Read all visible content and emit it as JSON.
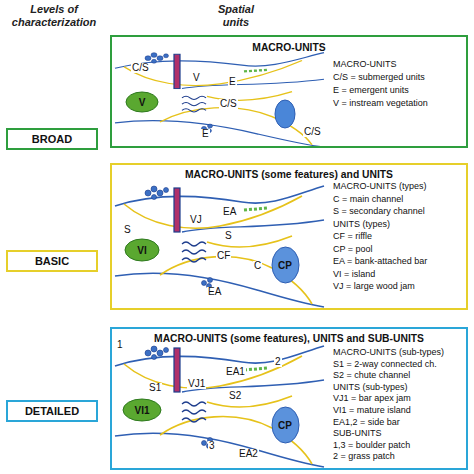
{
  "diagram": {
    "nodes": [
      {
        "text": [
          "BROAD"
        ]
      },
      {
        "text": [
          "MACRO-UNITS",
          "MACRO-UNITS",
          "C/S = submerged units",
          "E = emergent units",
          "V = instream vegetation"
        ]
      },
      {
        "text": [
          "V"
        ],
        "in": 1
      },
      {
        "text": [
          "BASIC"
        ]
      },
      {
        "text": [
          "MACRO-UNITS (some features) and UNITS",
          "MACRO-UNITS (types)",
          "C = main channel",
          "S = secondary channel",
          "UNITS (types)",
          "CF = riffle",
          "CP = pool",
          "EA = bank-attached bar",
          "VI = island",
          "VJ = large wood jam"
        ]
      },
      {
        "text": [
          "VI"
        ],
        "in": 4
      },
      {
        "text": [
          "CP"
        ],
        "in": 4
      },
      {
        "text": [
          "DETAILED"
        ]
      },
      {
        "text": [
          "MACRO-UNITS (some features), UNITS and SUB-UNITS",
          "MACRO-UNITS (sub-types)",
          "S1 = 2-way connected ch.",
          "S2 = chute channel",
          "UNITS (sub-types)",
          "VJ1 = bar apex jam",
          "VI1 = mature island",
          "EA1,2 = side bar",
          "SUB-UNITS",
          "1,3 = boulder patch",
          "2 = grass patch"
        ]
      },
      {
        "text": [
          "VI1"
        ],
        "in": 8
      },
      {
        "text": [
          "CP"
        ],
        "in": 8
      }
    ],
    "labels": [
      "Levels of characterization",
      "Spatial units",
      "C/S",
      "V",
      "E",
      "C/S",
      "E",
      "C/S",
      "S",
      "VJ",
      "EA",
      "S",
      "CF",
      "C",
      "EA",
      "1",
      "S1",
      "VJ1",
      "EA1",
      "S2",
      "2",
      "3",
      "EA2"
    ]
  }
}
